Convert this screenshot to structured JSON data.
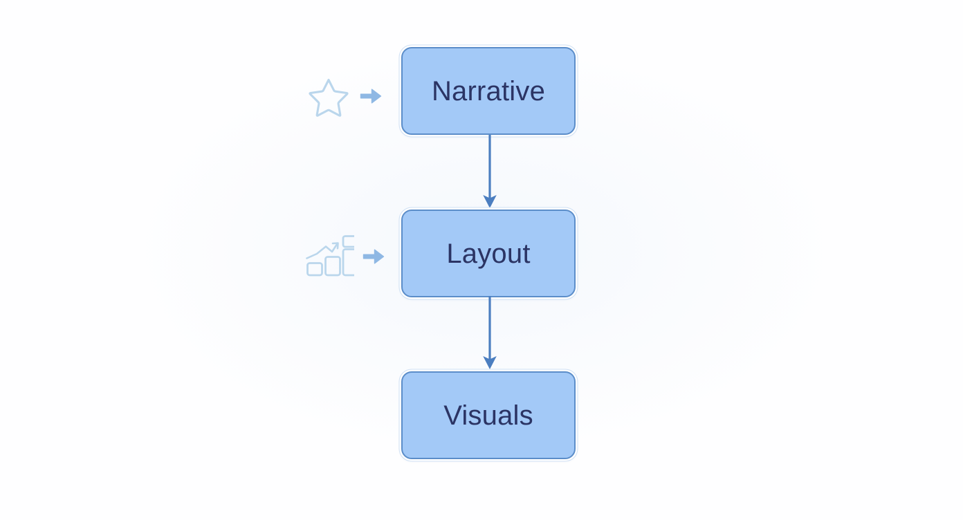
{
  "diagram": {
    "title": "Narrative to Layout to Visuals flow",
    "background_color": "#fefeff",
    "node_fill": "#a3c9f7",
    "node_border": "#5b8dc9",
    "node_text_color": "#2b3464",
    "connector_color": "#4b7ec0",
    "side_arrow_color": "#8fb8e4",
    "side_icon_color": "#bad6ec",
    "nodes": [
      {
        "id": "narrative",
        "label": "Narrative",
        "side_icon": "star-icon",
        "side_arrow": "arrow-right-icon"
      },
      {
        "id": "layout",
        "label": "Layout",
        "side_icon": "bar-chart-icon",
        "side_arrow": "arrow-right-icon"
      },
      {
        "id": "visuals",
        "label": "Visuals",
        "side_icon": null,
        "side_arrow": null
      }
    ],
    "connectors": [
      {
        "id": "connector-1",
        "from": "narrative",
        "to": "layout",
        "icon": "arrow-down-icon"
      },
      {
        "id": "connector-2",
        "from": "layout",
        "to": "visuals",
        "icon": "arrow-down-icon"
      }
    ]
  }
}
